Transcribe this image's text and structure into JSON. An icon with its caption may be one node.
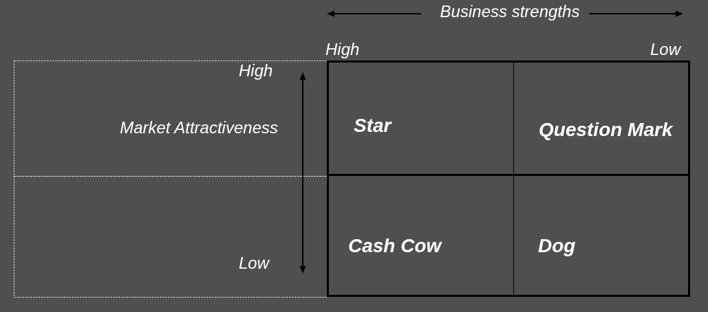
{
  "diagram": {
    "nodes": [
      {
        "text": [
          "Star"
        ]
      },
      {
        "text": [
          "Question Mark"
        ]
      },
      {
        "text": [
          "Cash Cow"
        ]
      },
      {
        "text": [
          "Dog"
        ]
      }
    ],
    "labels": [
      "Business strengths",
      "High",
      "Low",
      "High",
      "Market Attractiveness",
      "Low"
    ]
  }
}
